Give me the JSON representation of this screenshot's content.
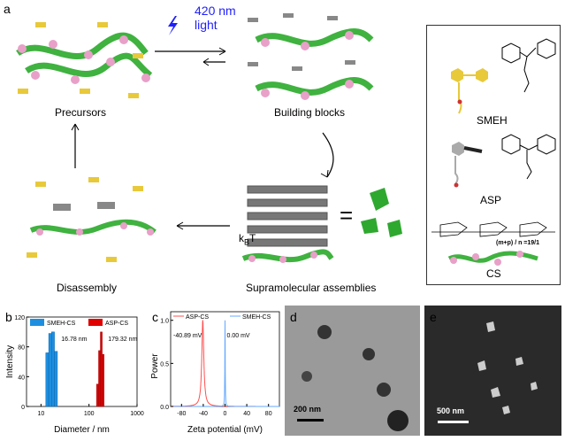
{
  "panel_a": {
    "label": "a",
    "light": {
      "wavelength": "420 nm",
      "word": "light",
      "color": "#1f1fff"
    },
    "stages": {
      "precursors": "Precursors",
      "building_blocks": "Building blocks",
      "disassembly": "Disassembly",
      "assemblies": "Supramolecular assemblies"
    },
    "kbt": {
      "k": "k",
      "sub": "B",
      "t": "T"
    },
    "equals": "="
  },
  "legend": {
    "smeh": "SMEH",
    "asp": "ASP",
    "cs": "CS",
    "ratio": "(m+p) / n =19/1",
    "colors": {
      "smeh": "#e8c93a",
      "asp": "#a0a0a0",
      "cs_chain": "#3fb23f",
      "cs_bead": "#e8a0c8"
    }
  },
  "chart_data": [
    {
      "panel": "b",
      "type": "bar",
      "xscale": "log",
      "xlabel": "Diameter / nm",
      "ylabel": "Intensity",
      "xlim": [
        5,
        1000
      ],
      "ylim": [
        0,
        120
      ],
      "xticks": [
        "10",
        "100",
        "1000"
      ],
      "yticks": [
        "0",
        "40",
        "80",
        "120"
      ],
      "legend_position": "top",
      "series": [
        {
          "name": "SMEH-CS",
          "color": "#1e8fe0",
          "x": [
            13.5,
            15.5,
            17.8,
            20.5
          ],
          "values": [
            72,
            98,
            100,
            74
          ],
          "annotation": "16.78 nm"
        },
        {
          "name": "ASP-CS",
          "color": "#e00000",
          "x": [
            150,
            165,
            180,
            197
          ],
          "values": [
            30,
            75,
            100,
            70
          ],
          "annotation": "179.32 nm"
        }
      ]
    },
    {
      "panel": "c",
      "type": "line",
      "xlabel": "Zeta potential (mV)",
      "ylabel": "Power",
      "xlim": [
        -100,
        100
      ],
      "ylim": [
        0,
        1.1
      ],
      "xticks": [
        "-80",
        "-40",
        "0",
        "40",
        "80"
      ],
      "yticks": [
        "0.0",
        "0.5",
        "1.0"
      ],
      "legend_position": "top",
      "series": [
        {
          "name": "ASP-CS",
          "color": "#ff5050",
          "peak": -40.89,
          "width": 2.2,
          "annotation": "-40.89 mV"
        },
        {
          "name": "SMEH-CS",
          "color": "#66aaff",
          "peak": 0.0,
          "width": 0.4,
          "annotation": "0.00 mV"
        }
      ]
    }
  ],
  "panel_d": {
    "label": "d",
    "scalebar": "200 nm"
  },
  "panel_e": {
    "label": "e",
    "scalebar": "500 nm"
  }
}
